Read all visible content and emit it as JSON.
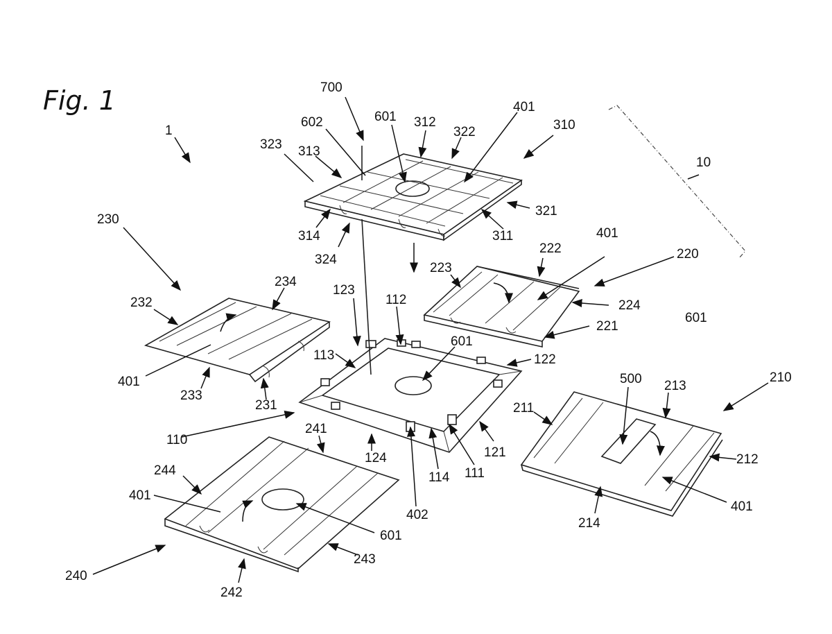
{
  "figure": {
    "title": "Fig. 1",
    "labels": {
      "l1": "1",
      "l10": "10",
      "l110": "110",
      "l111": "111",
      "l112": "112",
      "l113": "113",
      "l114": "114",
      "l121": "121",
      "l122": "122",
      "l123": "123",
      "l124": "124",
      "l210": "210",
      "l211": "211",
      "l212": "212",
      "l213": "213",
      "l214": "214",
      "l220": "220",
      "l221": "221",
      "l222": "222",
      "l223": "223",
      "l224": "224",
      "l230": "230",
      "l231": "231",
      "l232": "232",
      "l233": "233",
      "l234": "234",
      "l240": "240",
      "l241": "241",
      "l242": "242",
      "l243": "243",
      "l244": "244",
      "l310": "310",
      "l311": "311",
      "l312": "312",
      "l313": "313",
      "l314": "314",
      "l321": "321",
      "l322": "322",
      "l323": "323",
      "l324": "324",
      "l401": "401",
      "l402": "402",
      "l500": "500",
      "l601": "601",
      "l602": "602",
      "l700": "700"
    }
  }
}
